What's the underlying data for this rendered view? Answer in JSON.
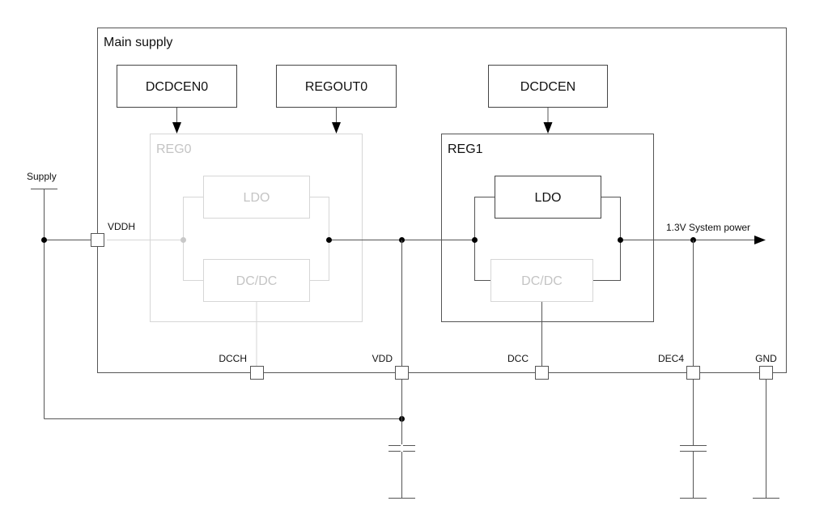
{
  "diagram": {
    "title": "Main supply",
    "control_blocks": [
      {
        "id": "dcdcen0",
        "label": "DCDCEN0"
      },
      {
        "id": "regout0",
        "label": "REGOUT0"
      },
      {
        "id": "dcdcen",
        "label": "DCDCEN"
      }
    ],
    "regulators": [
      {
        "id": "reg0",
        "label": "REG0",
        "state": "inactive",
        "ldo_label": "LDO",
        "dcdc_label": "DC/DC"
      },
      {
        "id": "reg1",
        "label": "REG1",
        "state": "active",
        "ldo_label": "LDO",
        "dcdc_label": "DC/DC"
      }
    ],
    "external_supply_label": "Supply",
    "output_label": "1.3V System power",
    "pins": [
      {
        "id": "vddh",
        "label": "VDDH"
      },
      {
        "id": "dcch",
        "label": "DCCH"
      },
      {
        "id": "vdd",
        "label": "VDD"
      },
      {
        "id": "dcc",
        "label": "DCC"
      },
      {
        "id": "dec4",
        "label": "DEC4"
      },
      {
        "id": "gnd",
        "label": "GND"
      }
    ]
  }
}
